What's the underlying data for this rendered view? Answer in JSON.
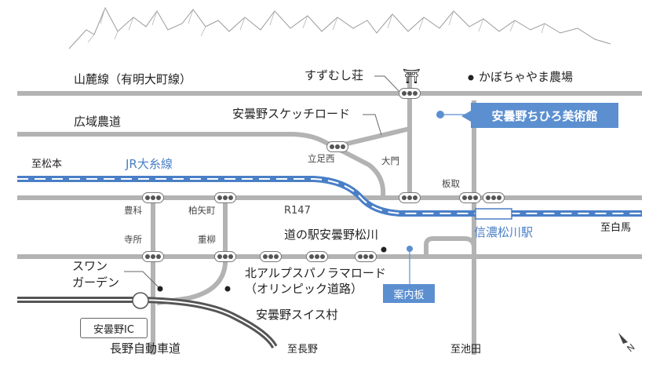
{
  "labels": {
    "sanroku_line": "山麓線（有明大町線）",
    "koiki_road": "広域農道",
    "sketch_road": "安曇野スケッチロード",
    "jr_line": "JR大糸線",
    "to_matsumoto": "至松本",
    "r147": "R147",
    "to_hakuba": "至白馬",
    "michi_no_eki": "道の駅安曇野松川",
    "north_alps_road": "北アルプスパノラマロード",
    "olympic_road": "（オリンピック道路）",
    "swan_garden_1": "スワン",
    "swan_garden_2": "ガーデン",
    "swiss_village": "安曇野スイス村",
    "azumino_ic": "安曇野IC",
    "nagano_expressway": "長野自動車道",
    "to_nagano": "至長野",
    "to_ikeda": "至池田",
    "suzumushi_so": "すずむし荘",
    "kabocha_farm": "かぼちゃやま農場",
    "museum": "安曇野ちひろ美術館",
    "shinano_matsukawa_station": "信濃松川駅",
    "info_board": "案内板",
    "north_mark": "N"
  },
  "intersections": {
    "tachiashi_nishi": "立足西",
    "daimon": "大門",
    "itadori": "板取",
    "toyoshina": "豊科",
    "kashiyamachi": "柏矢町",
    "terasho": "寺所",
    "shigeyanagi": "重柳"
  },
  "shrine_symbol": "⛩",
  "colors": {
    "road": "#b3b3b3",
    "rail_blue": "#4a7fc7",
    "accent_blue": "#5b8fd0",
    "expressway": "#555555",
    "mountain_stroke": "#9a9a9a"
  }
}
